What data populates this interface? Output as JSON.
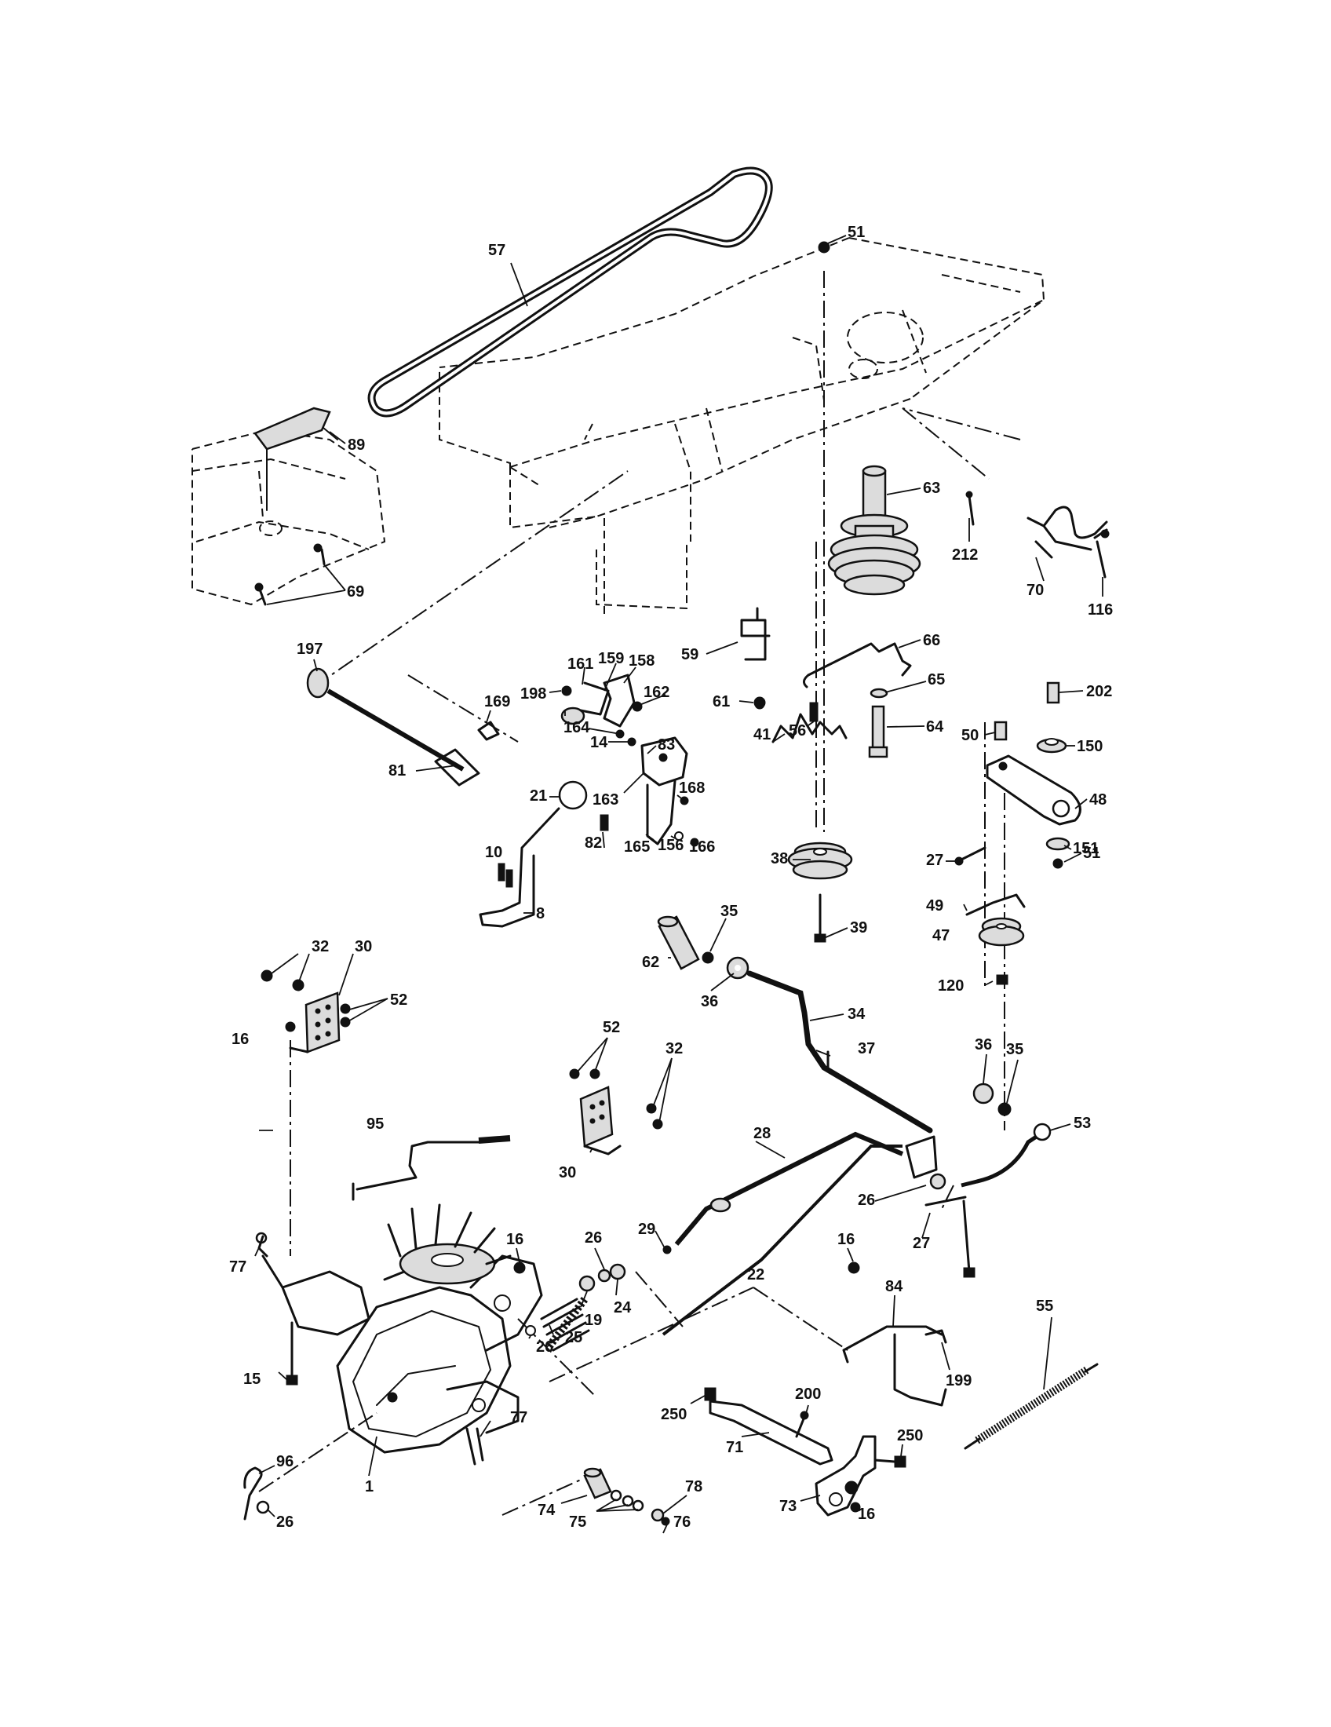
{
  "diagram": {
    "callouts": [
      {
        "id": "c57",
        "text": "57"
      },
      {
        "id": "c51a",
        "text": "51"
      },
      {
        "id": "c89",
        "text": "89"
      },
      {
        "id": "c63",
        "text": "63"
      },
      {
        "id": "c212",
        "text": "212"
      },
      {
        "id": "c70",
        "text": "70"
      },
      {
        "id": "c116",
        "text": "116"
      },
      {
        "id": "c69",
        "text": "69"
      },
      {
        "id": "c197",
        "text": "197"
      },
      {
        "id": "c59",
        "text": "59"
      },
      {
        "id": "c66",
        "text": "66"
      },
      {
        "id": "c161",
        "text": "161"
      },
      {
        "id": "c159",
        "text": "159"
      },
      {
        "id": "c158",
        "text": "158"
      },
      {
        "id": "c169",
        "text": "169"
      },
      {
        "id": "c162",
        "text": "162"
      },
      {
        "id": "c198",
        "text": "198"
      },
      {
        "id": "c65",
        "text": "65"
      },
      {
        "id": "c202",
        "text": "202"
      },
      {
        "id": "c61",
        "text": "61"
      },
      {
        "id": "c56",
        "text": "56"
      },
      {
        "id": "c64",
        "text": "64"
      },
      {
        "id": "c50",
        "text": "50"
      },
      {
        "id": "c150",
        "text": "150"
      },
      {
        "id": "c81",
        "text": "81"
      },
      {
        "id": "c83",
        "text": "83"
      },
      {
        "id": "c164",
        "text": "164"
      },
      {
        "id": "c14",
        "text": "14"
      },
      {
        "id": "c41",
        "text": "41"
      },
      {
        "id": "c48",
        "text": "48"
      },
      {
        "id": "c163",
        "text": "163"
      },
      {
        "id": "c168",
        "text": "168"
      },
      {
        "id": "c21",
        "text": "21"
      },
      {
        "id": "c151",
        "text": "151"
      },
      {
        "id": "c27a",
        "text": "27"
      },
      {
        "id": "c51b",
        "text": "51"
      },
      {
        "id": "c10",
        "text": "10"
      },
      {
        "id": "c38",
        "text": "38"
      },
      {
        "id": "c82",
        "text": "82"
      },
      {
        "id": "c165",
        "text": "165"
      },
      {
        "id": "c156",
        "text": "156"
      },
      {
        "id": "c166",
        "text": "166"
      },
      {
        "id": "c49",
        "text": "49"
      },
      {
        "id": "c8",
        "text": "8"
      },
      {
        "id": "c39",
        "text": "39"
      },
      {
        "id": "c47",
        "text": "47"
      },
      {
        "id": "c35a",
        "text": "35"
      },
      {
        "id": "c32a",
        "text": "32"
      },
      {
        "id": "c30a",
        "text": "30"
      },
      {
        "id": "c62",
        "text": "62"
      },
      {
        "id": "c120",
        "text": "120"
      },
      {
        "id": "c36a",
        "text": "36"
      },
      {
        "id": "c52a",
        "text": "52"
      },
      {
        "id": "c34",
        "text": "34"
      },
      {
        "id": "c16a",
        "text": "16"
      },
      {
        "id": "c52b",
        "text": "52"
      },
      {
        "id": "c37",
        "text": "37"
      },
      {
        "id": "c32b",
        "text": "32"
      },
      {
        "id": "c36b",
        "text": "36"
      },
      {
        "id": "c35b",
        "text": "35"
      },
      {
        "id": "c95",
        "text": "95"
      },
      {
        "id": "c53",
        "text": "53"
      },
      {
        "id": "c28",
        "text": "28"
      },
      {
        "id": "c30b",
        "text": "30"
      },
      {
        "id": "c26a",
        "text": "26"
      },
      {
        "id": "c27b",
        "text": "27"
      },
      {
        "id": "c29",
        "text": "29"
      },
      {
        "id": "c16b",
        "text": "16"
      },
      {
        "id": "c26b",
        "text": "26"
      },
      {
        "id": "c16c",
        "text": "16"
      },
      {
        "id": "c22",
        "text": "22"
      },
      {
        "id": "c77a",
        "text": "77"
      },
      {
        "id": "c24",
        "text": "24"
      },
      {
        "id": "c84",
        "text": "84"
      },
      {
        "id": "c19",
        "text": "19"
      },
      {
        "id": "c55",
        "text": "55"
      },
      {
        "id": "c25",
        "text": "25"
      },
      {
        "id": "c26c",
        "text": "26"
      },
      {
        "id": "c199",
        "text": "199"
      },
      {
        "id": "c15",
        "text": "15"
      },
      {
        "id": "c200",
        "text": "200"
      },
      {
        "id": "c250a",
        "text": "250"
      },
      {
        "id": "c77b",
        "text": "77"
      },
      {
        "id": "c250b",
        "text": "250"
      },
      {
        "id": "c71",
        "text": "71"
      },
      {
        "id": "c96",
        "text": "96"
      },
      {
        "id": "c1",
        "text": "1"
      },
      {
        "id": "c78",
        "text": "78"
      },
      {
        "id": "c74",
        "text": "74"
      },
      {
        "id": "c26d",
        "text": "26"
      },
      {
        "id": "c73",
        "text": "73"
      },
      {
        "id": "c16d",
        "text": "16"
      },
      {
        "id": "c75",
        "text": "75"
      },
      {
        "id": "c76",
        "text": "76"
      }
    ]
  }
}
